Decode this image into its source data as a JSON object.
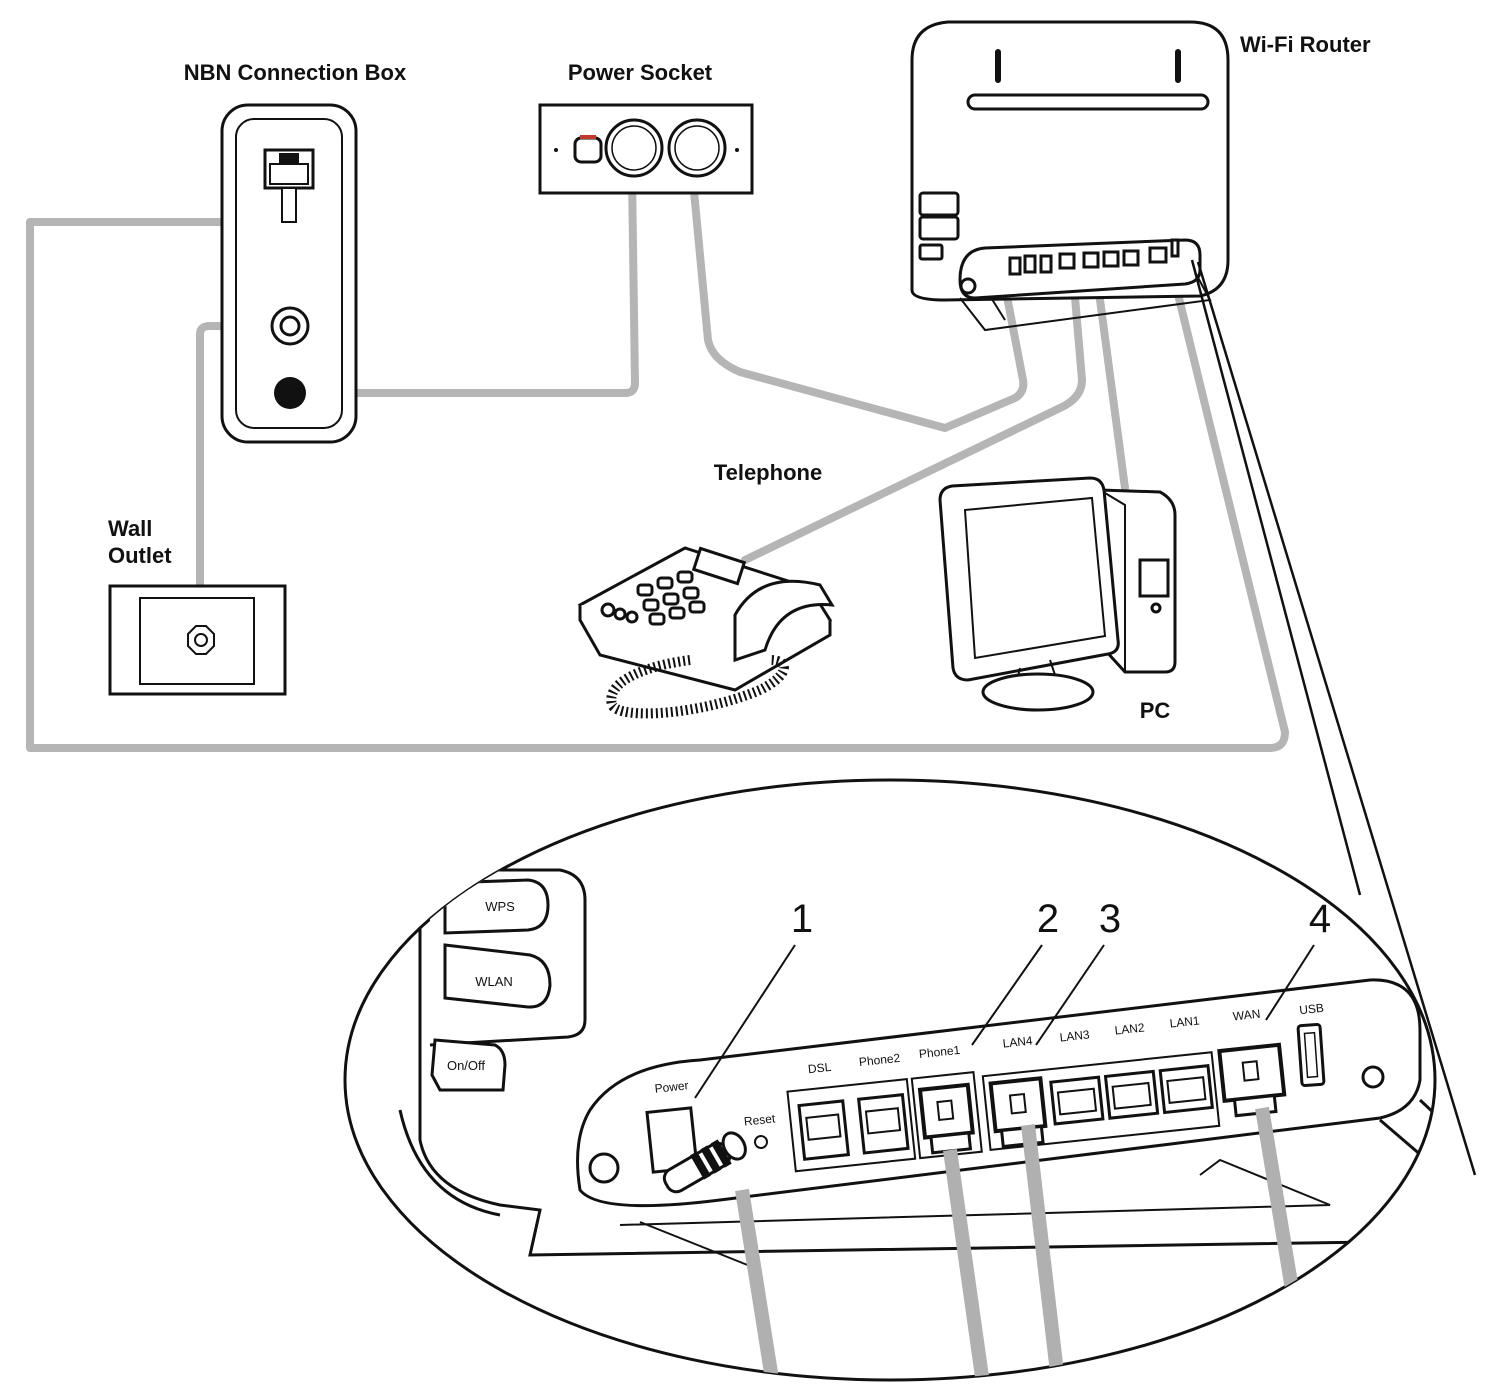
{
  "labels": {
    "nbn_box": "NBN Connection Box",
    "power_socket": "Power Socket",
    "router": "Wi-Fi Router",
    "wall_outlet_line1": "Wall",
    "wall_outlet_line2": "Outlet",
    "telephone": "Telephone",
    "pc": "PC"
  },
  "callouts": [
    "1",
    "2",
    "3",
    "4"
  ],
  "router_buttons": {
    "wps": "WPS",
    "wlan": "WLAN",
    "onoff": "On/Off"
  },
  "ports": {
    "power": "Power",
    "reset": "Reset",
    "dsl": "DSL",
    "phone2": "Phone2",
    "phone1": "Phone1",
    "lan4": "LAN4",
    "lan3": "LAN3",
    "lan2": "LAN2",
    "lan1": "LAN1",
    "wan": "WAN",
    "usb": "USB"
  },
  "colors": {
    "cable": "#b5b5b5",
    "outline": "#111111",
    "background": "#ffffff"
  }
}
